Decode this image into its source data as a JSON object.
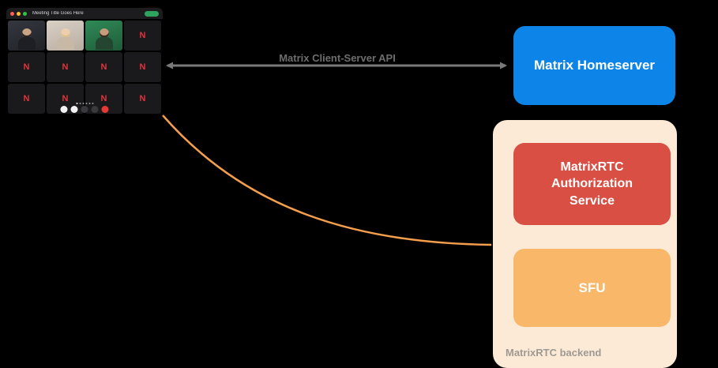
{
  "arrow": {
    "label": "Matrix Client-Server API"
  },
  "homeserver": {
    "label": "Matrix Homeserver"
  },
  "backend": {
    "caption": "MatrixRTC backend",
    "auth": {
      "label": "MatrixRTC Authorization Service"
    },
    "sfu": {
      "label": "SFU"
    }
  },
  "call_window": {
    "title": "Meeting Title Goes Here",
    "logo_letter": "N"
  },
  "colors": {
    "homeserver_blue": "#0d85e8",
    "auth_red": "#d94f43",
    "sfu_orange": "#f9b869",
    "backend_peach": "#fcead7",
    "connector_orange": "#f59e4c",
    "arrow_gray": "#7a7a7a"
  }
}
